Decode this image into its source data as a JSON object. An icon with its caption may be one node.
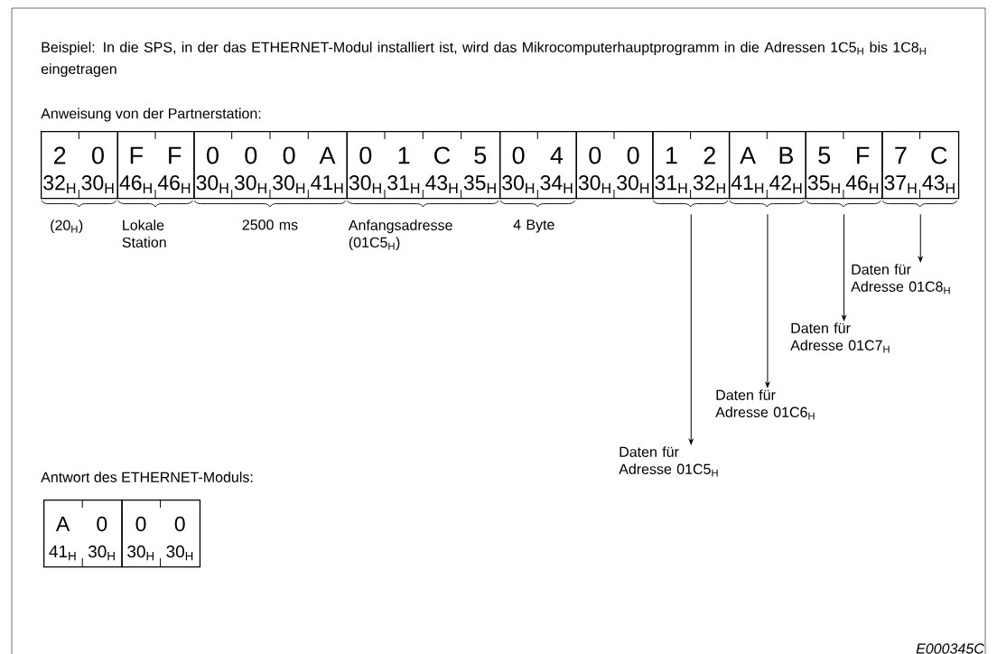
{
  "diagram": {
    "title": "Beispiel: In die SPS, in der das ETHERNET-Modul installiert ist, wird das Mikrocomputerhauptprogramm in die Adressen 1C5$_{H}$ bis 1C8$_{H}$ eingetragen",
    "nodes": [
      {
        "text": [
          "2",
          "0",
          "32$_{H}$",
          "30$_{H}$"
        ],
        "beside": [
          "(20$_{H}$)"
        ]
      },
      {
        "text": [
          "F",
          "F",
          "46$_{H}$",
          "46$_{H}$"
        ],
        "beside": [
          "Lokale Station"
        ]
      },
      {
        "text": [
          "0",
          "0",
          "0",
          "A",
          "30$_{H}$",
          "30$_{H}$",
          "30$_{H}$",
          "41$_{H}$"
        ],
        "beside": [
          "2500 ms"
        ]
      },
      {
        "text": [
          "0",
          "1",
          "C",
          "5",
          "30$_{H}$",
          "31$_{H}$",
          "43$_{H}$",
          "35$_{H}$"
        ],
        "beside": [
          "Anfangsadresse (01C5$_{H}$)"
        ]
      },
      {
        "text": [
          "0",
          "4",
          "30$_{H}$",
          "34$_{H}$"
        ],
        "beside": [
          "4 Byte"
        ]
      },
      {
        "text": [
          "0",
          "0",
          "30$_{H}$",
          "30$_{H}$"
        ]
      },
      {
        "text": [
          "1",
          "2",
          "31$_{H}$",
          "32$_{H}$"
        ]
      },
      {
        "text": [
          "A",
          "B",
          "41$_{H}$",
          "42$_{H}$"
        ]
      },
      {
        "text": [
          "5",
          "F",
          "35$_{H}$",
          "46$_{H}$"
        ]
      },
      {
        "text": [
          "7",
          "C",
          "37$_{H}$",
          "43$_{H}$"
        ]
      },
      {
        "text": [
          "A",
          "0",
          "41$_{H}$",
          "30$_{H}$"
        ]
      },
      {
        "text": [
          "0",
          "0",
          "30$_{H}$",
          "30$_{H}$"
        ]
      },
      {
        "text": [
          "Daten für Adresse 01C5$_{H}$"
        ]
      },
      {
        "text": [
          "Daten für Adresse 01C6$_{H}$"
        ]
      },
      {
        "text": [
          "Daten für Adresse 01C7$_{H}$"
        ]
      },
      {
        "text": [
          "Daten für Adresse 01C8$_{H}$"
        ]
      }
    ],
    "edges": [
      {
        "from": 6,
        "to": 12,
        "arrow": "to"
      },
      {
        "from": 7,
        "to": 13,
        "arrow": "to"
      },
      {
        "from": 8,
        "to": 14,
        "arrow": "to"
      },
      {
        "from": 9,
        "to": 15,
        "arrow": "to"
      }
    ],
    "labels": [
      "Anweisung von der Partnerstation:",
      "Antwort des ETHERNET-Moduls:",
      "E000345C"
    ]
  }
}
